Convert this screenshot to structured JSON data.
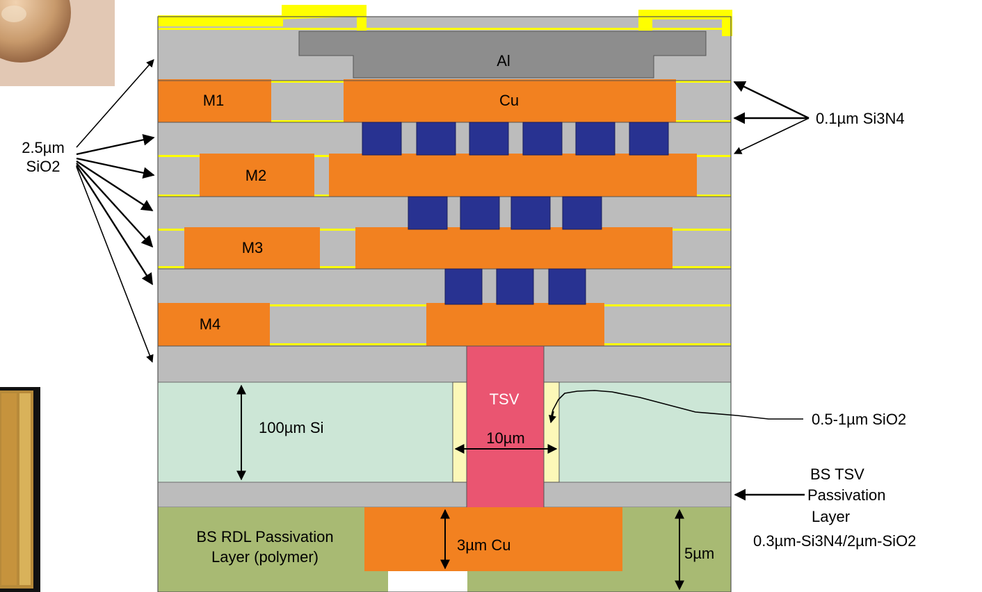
{
  "diagram": {
    "labels": {
      "al": "Al",
      "cu": "Cu",
      "m1": "M1",
      "m2": "M2",
      "m3": "M3",
      "m4": "M4",
      "tsv": "TSV",
      "tsv_width": "10µm",
      "si_thickness": "100µm Si",
      "rdl_cu": "3µm Cu",
      "passivation_thickness": "5µm",
      "rdl_passivation_line1": "BS RDL Passivation",
      "rdl_passivation_line2": "Layer (polymer)"
    },
    "callouts": {
      "sio2_line1": "2.5µm",
      "sio2_line2": "SiO2",
      "si3n4": "0.1µm Si3N4",
      "liner": "0.5-1µm SiO2",
      "bs_tsv_line1": "BS TSV",
      "bs_tsv_line2": "Passivation",
      "bs_tsv_line3": "Layer",
      "bs_tsv_line4": "0.3µm-Si3N4/2µm-SiO2"
    },
    "colors": {
      "oxide": "#bcbcbc",
      "copper": "#f28120",
      "via": "#283291",
      "nitride": "#ffff00",
      "aluminum": "#8d8d8d",
      "silicon": "#cce6d6",
      "tsv": "#ea5571",
      "liner": "#fcf8b8",
      "polymer": "#a8ba73"
    }
  }
}
